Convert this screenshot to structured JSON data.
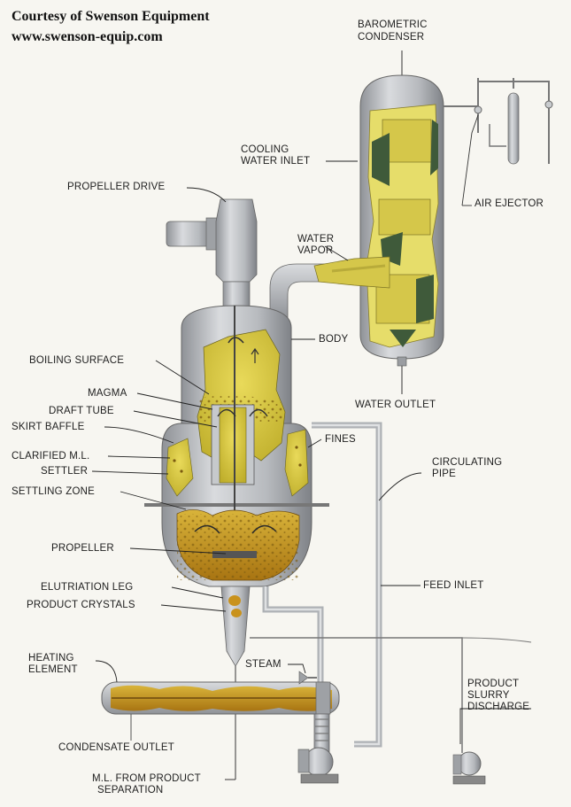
{
  "credit": {
    "line1": "Courtesy of Swenson Equipment",
    "line2": "www.swenson-equip.com"
  },
  "labels": {
    "barometric_condenser_1": "BAROMETRIC",
    "barometric_condenser_2": "CONDENSER",
    "cooling_water_inlet_1": "COOLING",
    "cooling_water_inlet_2": "WATER INLET",
    "air_ejector": "AIR EJECTOR",
    "propeller_drive": "PROPELLER DRIVE",
    "water_vapor_1": "WATER",
    "water_vapor_2": "VAPOR",
    "body": "BODY",
    "boiling_surface": "BOILING SURFACE",
    "water_outlet": "WATER OUTLET",
    "magma": "MAGMA",
    "draft_tube": "DRAFT TUBE",
    "skirt_baffle": "SKIRT BAFFLE",
    "fines": "FINES",
    "clarified_ml": "CLARIFIED M.L.",
    "settler": "SETTLER",
    "circulating_pipe_1": "CIRCULATING",
    "circulating_pipe_2": "PIPE",
    "settling_zone": "SETTLING ZONE",
    "propeller": "PROPELLER",
    "feed_inlet": "FEED INLET",
    "elutriation_leg": "ELUTRIATION LEG",
    "product_crystals": "PRODUCT CRYSTALS",
    "heating_element_1": "HEATING",
    "heating_element_2": "ELEMENT",
    "steam": "STEAM",
    "product_slurry_1": "PRODUCT",
    "product_slurry_2": "SLURRY",
    "product_slurry_3": "DISCHARGE",
    "condensate_outlet": "CONDENSATE OUTLET",
    "ml_from_1": "M.L. FROM PRODUCT",
    "ml_from_2": "SEPARATION"
  },
  "colors": {
    "background": "#f7f6f1",
    "vessel_steel": "#b9bcc0",
    "vessel_dark": "#7d8085",
    "magma_yellow": "#d8c63a",
    "condenser_yellow": "#e8e070",
    "crystal_orange": "#c9921c",
    "condenser_green": "#3f5a3a"
  }
}
